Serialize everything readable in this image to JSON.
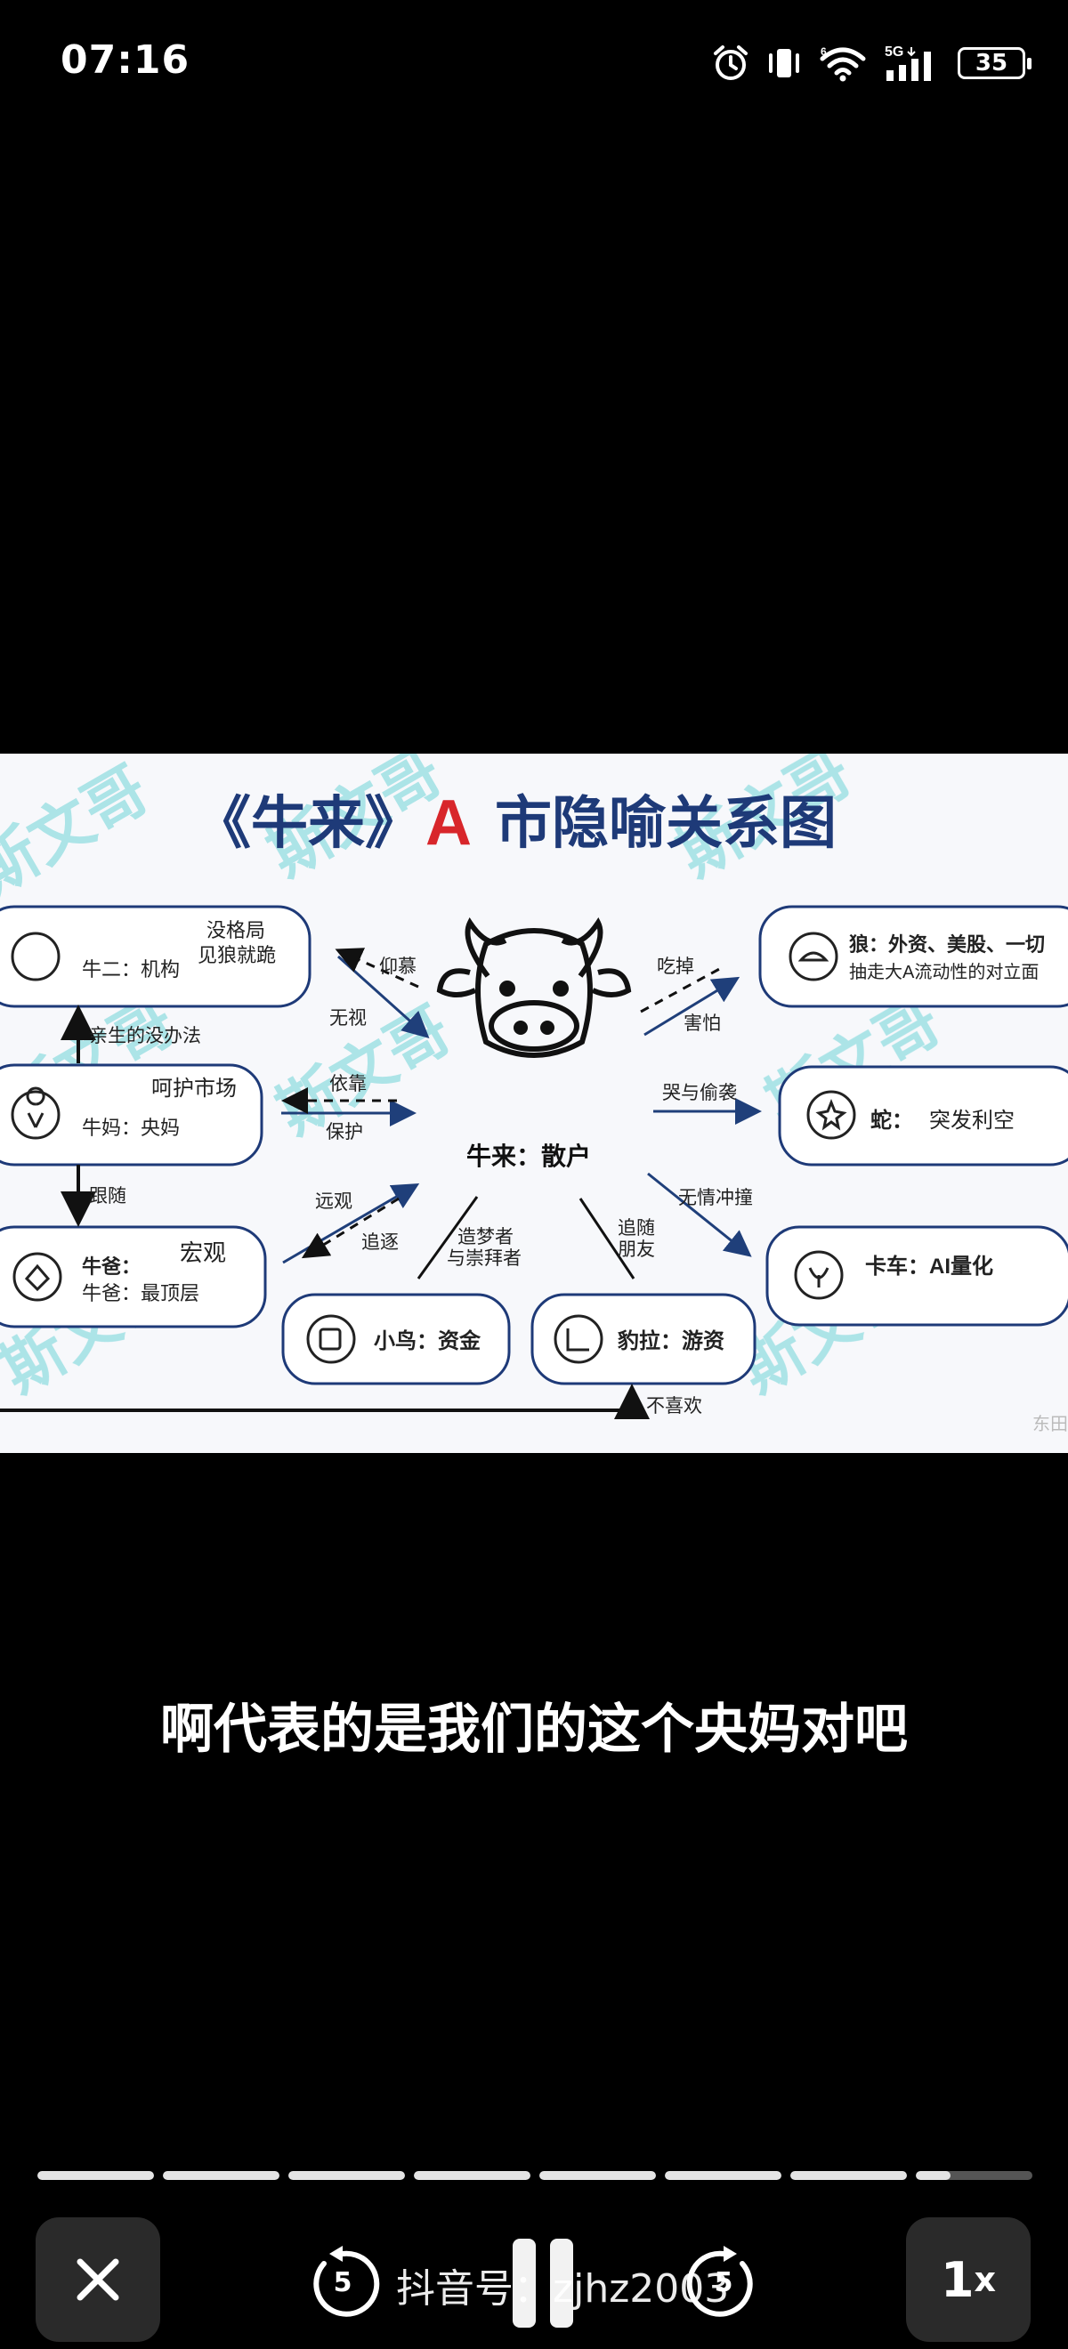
{
  "status_bar": {
    "time": "07:16",
    "network": "5G",
    "wifi_badge": "6",
    "battery": "35"
  },
  "diagram": {
    "title_left": "《牛来》",
    "title_accent": "A",
    "title_right": "市隐喻关系图",
    "watermark": "斯文哥",
    "center": "牛来：散户",
    "nodes": {
      "niuer_note": "没格局",
      "niuer_note2": "见狼就跪",
      "niuer": "牛二：机构",
      "niuma_note": "呵护市场",
      "niuma": "牛妈：央妈",
      "niuba_title": "牛爸：",
      "niuba_note": "宏观",
      "niuba": "牛爸：最顶层",
      "bird": "小鸟：资金",
      "leopard": "豹拉：游资",
      "wolf": "狼：外资、美股、一切",
      "wolf_sub": "抽走大A流动性的对立面",
      "snake_a": "蛇：",
      "snake_b": "突发利空",
      "truck": "卡车：AI量化"
    },
    "edges": {
      "admire": "仰慕",
      "ignore": "无视",
      "rely": "依靠",
      "protect": "保护",
      "look_far": "远观",
      "chase": "追逐",
      "dream": "造梦者",
      "worship": "与崇拜者",
      "follow_friend_1": "追随",
      "follow_friend_2": "朋友",
      "eat": "吃掉",
      "fear": "害怕",
      "cry_sneak": "哭与偷袭",
      "ruthless": "无情冲撞",
      "helpless": "亲生的没办法",
      "follow": "跟随",
      "dislike": "不喜欢"
    },
    "corner_mark": "东田"
  },
  "subtitle": "啊代表的是我们的这个央妈对吧",
  "progress": {
    "segments": 8,
    "current_segment": 8,
    "current_fill": 0.3
  },
  "controls": {
    "skip_back": "5",
    "skip_forward": "5",
    "handle": "抖音号：zjhz2003",
    "speed": "1",
    "speed_unit": "x"
  }
}
